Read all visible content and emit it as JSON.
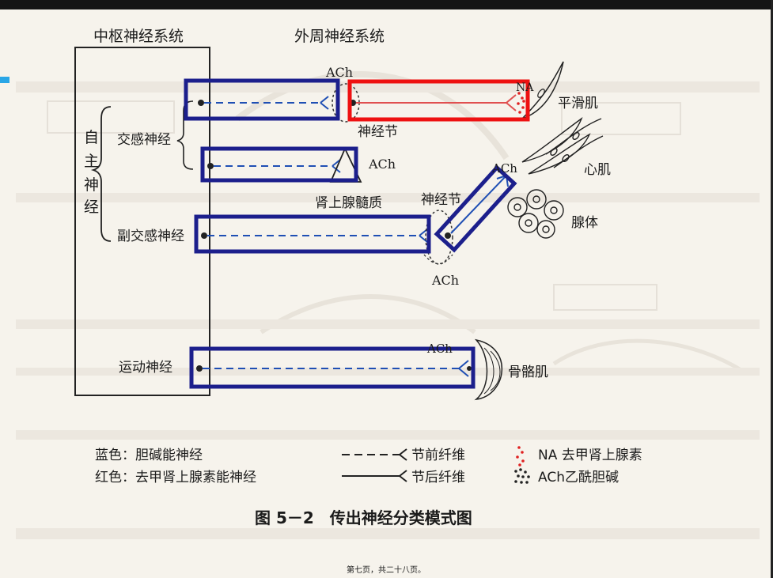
{
  "headings": {
    "cns": "中枢神经系统",
    "pns": "外周神经系统"
  },
  "nervous": {
    "autonomic": [
      "自",
      "主",
      "神",
      "经"
    ],
    "sympathetic": "交感神经",
    "parasympathetic": "副交感神经",
    "somatic": "运动神经"
  },
  "targets": {
    "smooth_muscle": "平滑肌",
    "cardiac_muscle": "心肌",
    "gland": "腺体",
    "skeletal_muscle": "骨骼肌",
    "adrenal_medulla": "肾上腺髓质"
  },
  "ganglion": "神经节",
  "transmitters": {
    "ach": "ACh",
    "na": "NA"
  },
  "legend": {
    "blue": "蓝色：胆碱能神经",
    "red": "红色：去甲肾上腺素能神经",
    "pre": "节前纤维",
    "post": "节后纤维",
    "na": "NA 去甲肾上腺素",
    "ach": "ACh乙酰胆碱"
  },
  "caption": "图 5－2　传出神经分类模式图",
  "footer": "第七页，共二十八页。",
  "colors": {
    "cholinergic": "#1f4fb4",
    "adrenergic": "#e05050",
    "highlight_blue": "#1c1f8c",
    "highlight_red": "#ee1111"
  }
}
